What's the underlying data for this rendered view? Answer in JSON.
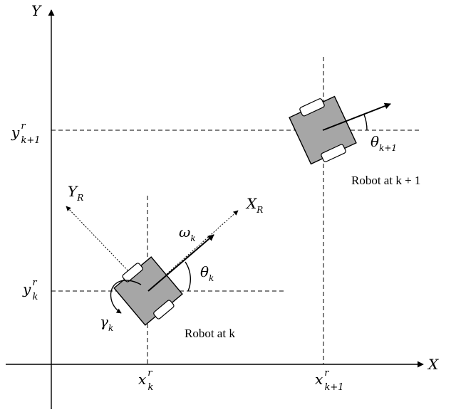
{
  "axes": {
    "x": "X",
    "y": "Y"
  },
  "robot_frame": {
    "x_axis": "X",
    "x_axis_sub": "R",
    "y_axis": "Y",
    "y_axis_sub": "R"
  },
  "robot_k": {
    "caption": "Robot at k",
    "x_coord": {
      "base": "x",
      "sup": "r",
      "sub": "k"
    },
    "y_coord": {
      "base": "y",
      "sup": "r",
      "sub": "k"
    },
    "heading": {
      "base": "θ",
      "sub": "k"
    },
    "angular_velocity": {
      "base": "ω",
      "sub": "k"
    },
    "steering": {
      "base": "γ",
      "sub": "k"
    }
  },
  "robot_k1": {
    "caption": "Robot at k + 1",
    "x_coord": {
      "base": "x",
      "sup": "r",
      "sub": "k+1"
    },
    "y_coord": {
      "base": "y",
      "sup": "r",
      "sub": "k+1"
    },
    "heading": {
      "base": "θ",
      "sub": "k+1"
    }
  },
  "colors": {
    "robot_body": "#a6a6a6",
    "stroke": "#000000",
    "wheel": "#ffffff"
  }
}
